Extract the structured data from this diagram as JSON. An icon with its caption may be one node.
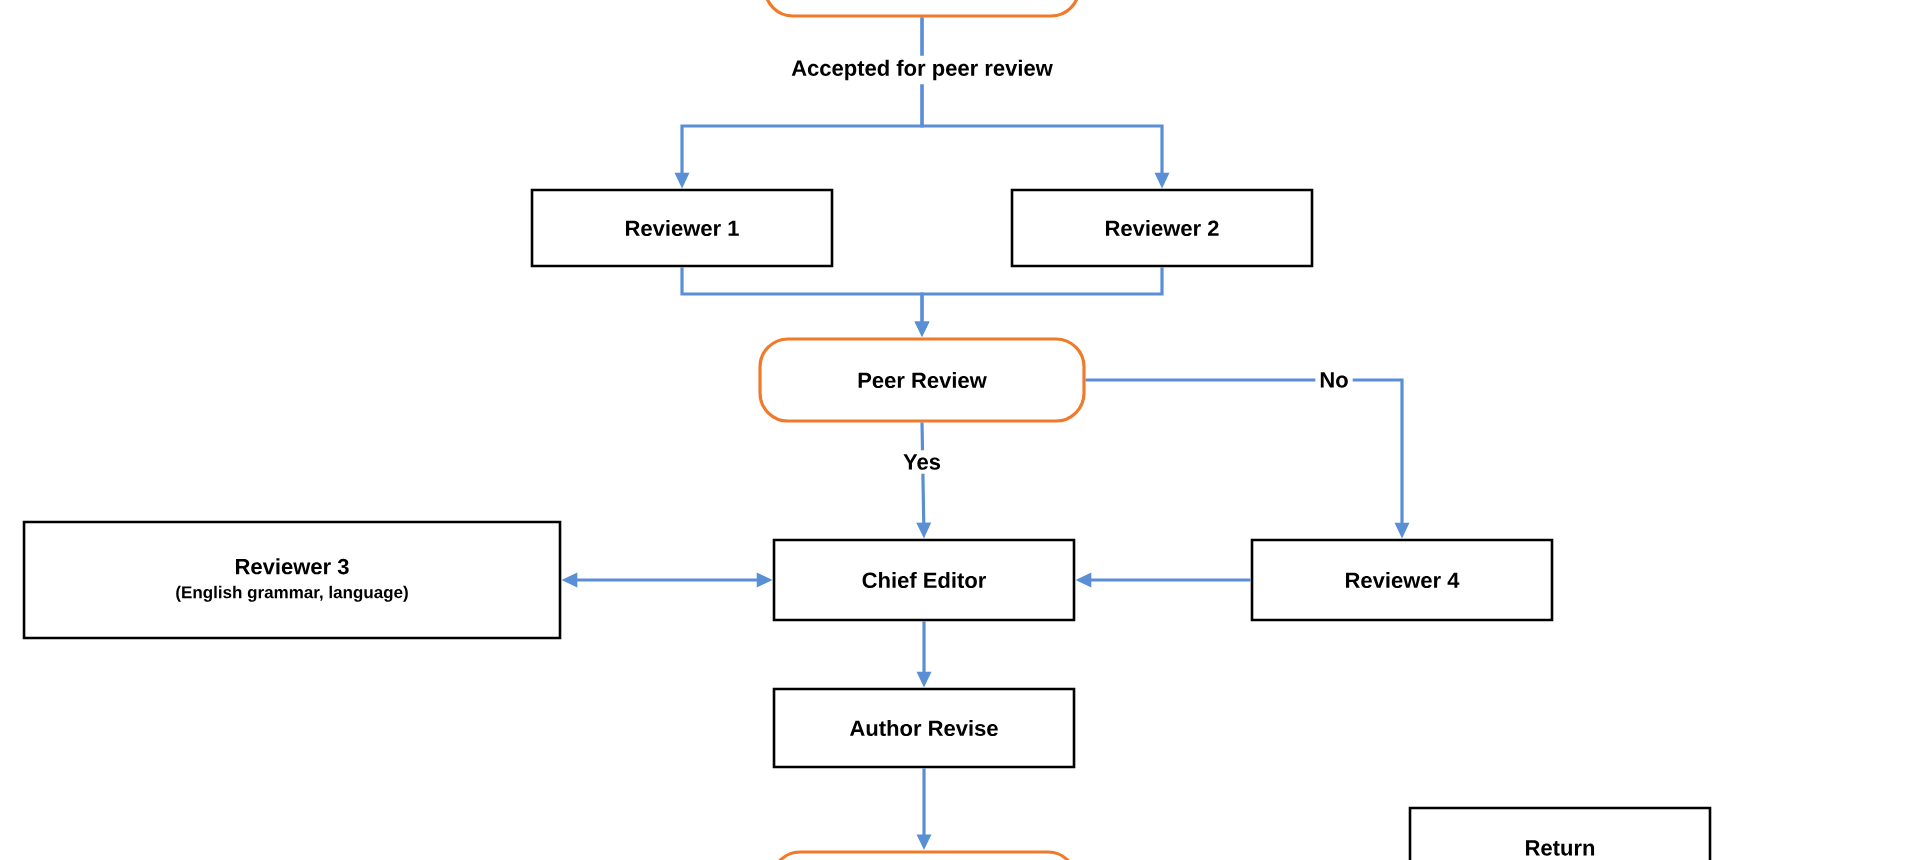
{
  "diagram": {
    "nodes": [
      {
        "text": [],
        "shape": "box"
      },
      {
        "text": [
          "Reviewer 1"
        ]
      },
      {
        "text": [
          "Reviewer 2"
        ]
      },
      {
        "text": [
          "Peer Review"
        ]
      },
      {
        "text": [
          "Reviewer 3",
          "(English grammar, language)"
        ]
      },
      {
        "text": [
          "Chief Editor"
        ]
      },
      {
        "text": [
          "Reviewer 4"
        ]
      },
      {
        "text": [
          "Author Revise"
        ]
      },
      {
        "text": [
          "Return"
        ]
      },
      {
        "text": [],
        "shape": "box"
      }
    ],
    "edges": [
      {
        "from": 0,
        "to": 1,
        "arrow": "to",
        "label": "Accepted for peer review"
      },
      {
        "from": 0,
        "to": 2,
        "arrow": "to"
      },
      {
        "from": 1,
        "to": 3,
        "arrow": "to"
      },
      {
        "from": 2,
        "to": 3,
        "arrow": "to"
      },
      {
        "from": 3,
        "to": 5,
        "arrow": "to",
        "label": "Yes"
      },
      {
        "from": 3,
        "to": 6,
        "arrow": "to",
        "label": "No"
      },
      {
        "from": 5,
        "to": 4,
        "arrow": "both"
      },
      {
        "from": 6,
        "to": 5,
        "arrow": "to"
      },
      {
        "from": 5,
        "to": 7,
        "arrow": "to"
      },
      {
        "from": 7,
        "to": 9,
        "arrow": "to"
      }
    ]
  }
}
